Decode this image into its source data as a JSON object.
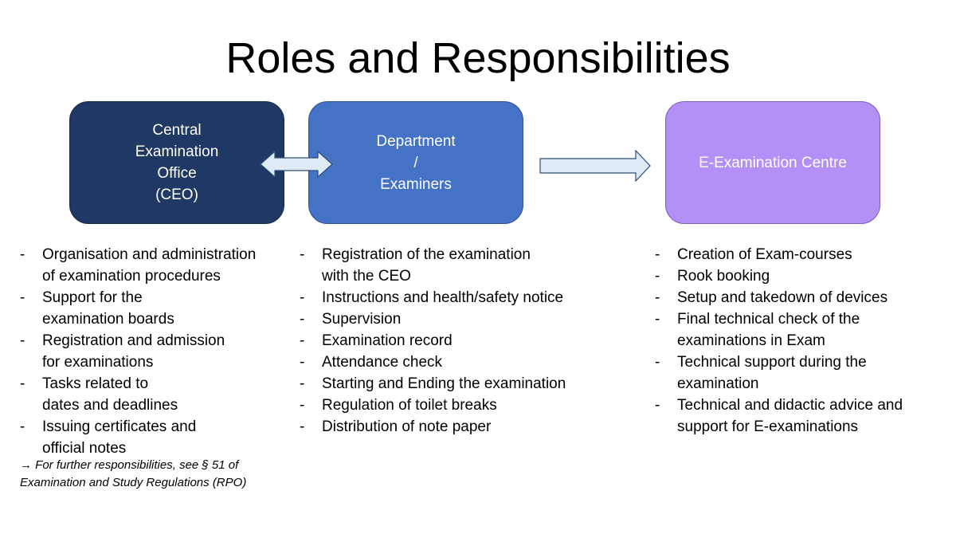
{
  "title": "Roles and Responsibilities",
  "boxes": [
    {
      "lines": [
        "Central",
        "Examination",
        "Office",
        "(CEO)"
      ],
      "color": "#1f3864"
    },
    {
      "lines": [
        "Department",
        "/",
        "Examiners"
      ],
      "color": "#4472c4"
    },
    {
      "lines": [
        "E-Examination Centre"
      ],
      "color": "#b390f5"
    }
  ],
  "arrows": [
    {
      "type": "double",
      "from": "Central Examination Office (CEO)",
      "to": "Department / Examiners"
    },
    {
      "type": "single",
      "from": "Department / Examiners",
      "to": "E-Examination Centre"
    }
  ],
  "lists": [
    {
      "items": [
        [
          "Organisation and administration",
          "of examination procedures"
        ],
        [
          "Support for the",
          "examination boards"
        ],
        [
          "Registration and admission",
          "for examinations"
        ],
        [
          "Tasks related to",
          "dates and deadlines"
        ],
        [
          "Issuing certificates and",
          "official notes"
        ]
      ]
    },
    {
      "items": [
        [
          "Registration of the examination",
          "with the CEO"
        ],
        [
          "Instructions and health/safety notice"
        ],
        [
          "Supervision"
        ],
        [
          "Examination record"
        ],
        [
          "Attendance check"
        ],
        [
          "Starting and Ending the examination"
        ],
        [
          "Regulation of toilet breaks"
        ],
        [
          "Distribution of note paper"
        ]
      ]
    },
    {
      "items": [
        [
          "Creation of Exam-courses"
        ],
        [
          "Rook booking"
        ],
        [
          "Setup and takedown of devices"
        ],
        [
          "Final technical check of the",
          "examinations in Exam"
        ],
        [
          "Technical support during the",
          "examination"
        ],
        [
          "Technical and didactic advice and",
          "support for E-examinations"
        ]
      ]
    }
  ],
  "note": {
    "line1": "→ For further responsibilities, see § 51 of",
    "line2": "Examination and Study Regulations (RPO)"
  },
  "colors": {
    "arrow_fill": "#deebf7",
    "arrow_stroke": "#2f4f75"
  }
}
